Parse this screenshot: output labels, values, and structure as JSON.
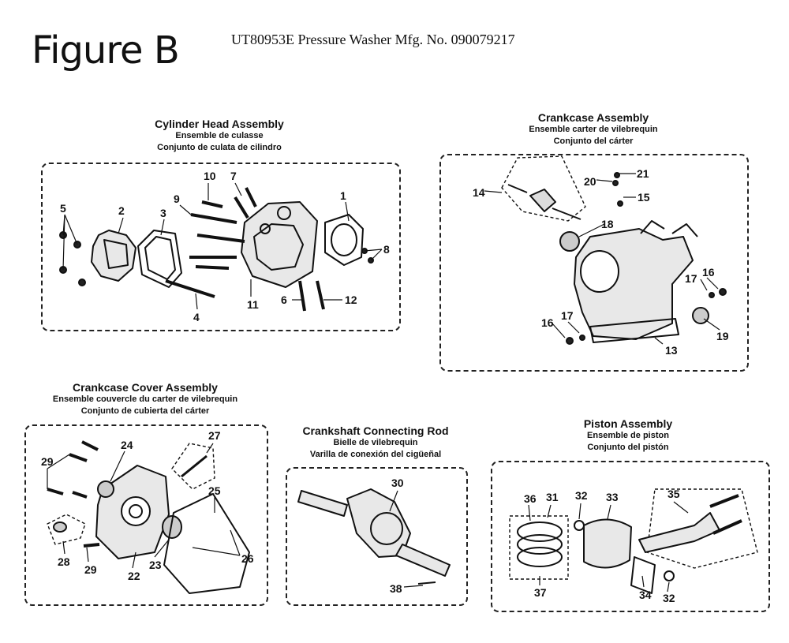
{
  "figure_label": "Figure B",
  "document_title": "UT80953E Pressure Washer Mfg. No. 090079217",
  "sections": {
    "cylinder_head": {
      "title_en": "Cylinder Head Assembly",
      "title_fr": "Ensemble de culasse",
      "title_es": "Conjunto de culata de cilindro",
      "parts": [
        "1",
        "2",
        "3",
        "4",
        "5",
        "6",
        "7",
        "8",
        "9",
        "10",
        "11",
        "12"
      ]
    },
    "crankcase": {
      "title_en": "Crankcase Assembly",
      "title_fr": "Ensemble carter de vilebrequin",
      "title_es": "Conjunto del cárter",
      "parts": [
        "13",
        "14",
        "15",
        "16",
        "16",
        "17",
        "17",
        "18",
        "19",
        "20",
        "21"
      ]
    },
    "crankcase_cover": {
      "title_en": "Crankcase Cover Assembly",
      "title_fr": "Ensemble couvercle du carter de vilebrequin",
      "title_es": "Conjunto de cubierta del cárter",
      "parts": [
        "22",
        "23",
        "24",
        "25",
        "26",
        "27",
        "28",
        "29",
        "29"
      ]
    },
    "crankshaft": {
      "title_en": "Crankshaft Connecting Rod",
      "title_fr": "Bielle de vilebrequin",
      "title_es": "Varilla de conexión del cigüeñal",
      "parts": [
        "30",
        "38"
      ]
    },
    "piston": {
      "title_en": "Piston Assembly",
      "title_fr": "Ensemble de piston",
      "title_es": "Conjunto del pistón",
      "parts": [
        "31",
        "32",
        "32",
        "33",
        "34",
        "35",
        "36",
        "37"
      ]
    }
  }
}
